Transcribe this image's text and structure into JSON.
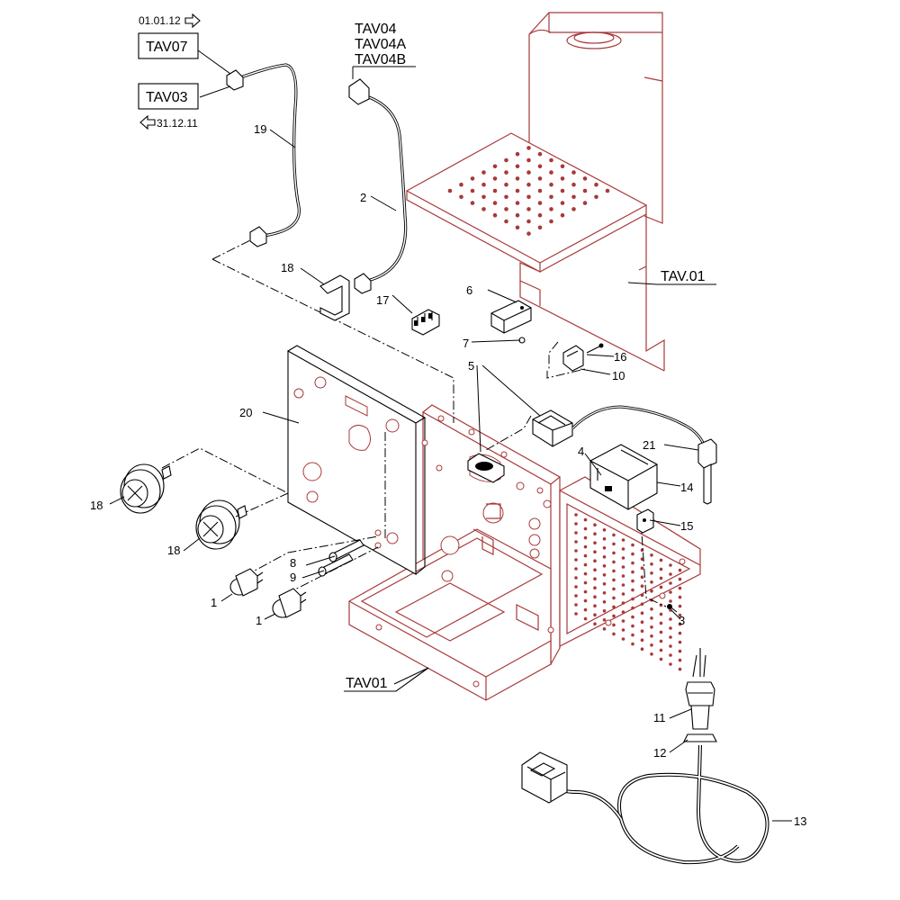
{
  "header": {
    "date_forward": "01.01.12",
    "date_back": "31.12.11",
    "ref_tav07": "TAV07",
    "ref_tav03": "TAV03",
    "ref_tav04": "TAV04",
    "ref_tav04a": "TAV04A",
    "ref_tav04b": "TAV04B",
    "ref_tav01_upper": "TAV.01",
    "ref_tav01_lower": "TAV01"
  },
  "callouts": {
    "p1a": "1",
    "p1b": "1",
    "p2": "2",
    "p3": "3",
    "p4": "4",
    "p5": "5",
    "p6": "6",
    "p7": "7",
    "p8": "8",
    "p9": "9",
    "p10": "10",
    "p11": "11",
    "p12": "12",
    "p13": "13",
    "p14": "14",
    "p15": "15",
    "p16": "16",
    "p17": "17",
    "p18a": "18",
    "p18b": "18",
    "p18c": "18",
    "p19": "19",
    "p20": "20",
    "p21": "21"
  },
  "colors": {
    "frame": "#a8393a",
    "parts": "#000000"
  }
}
